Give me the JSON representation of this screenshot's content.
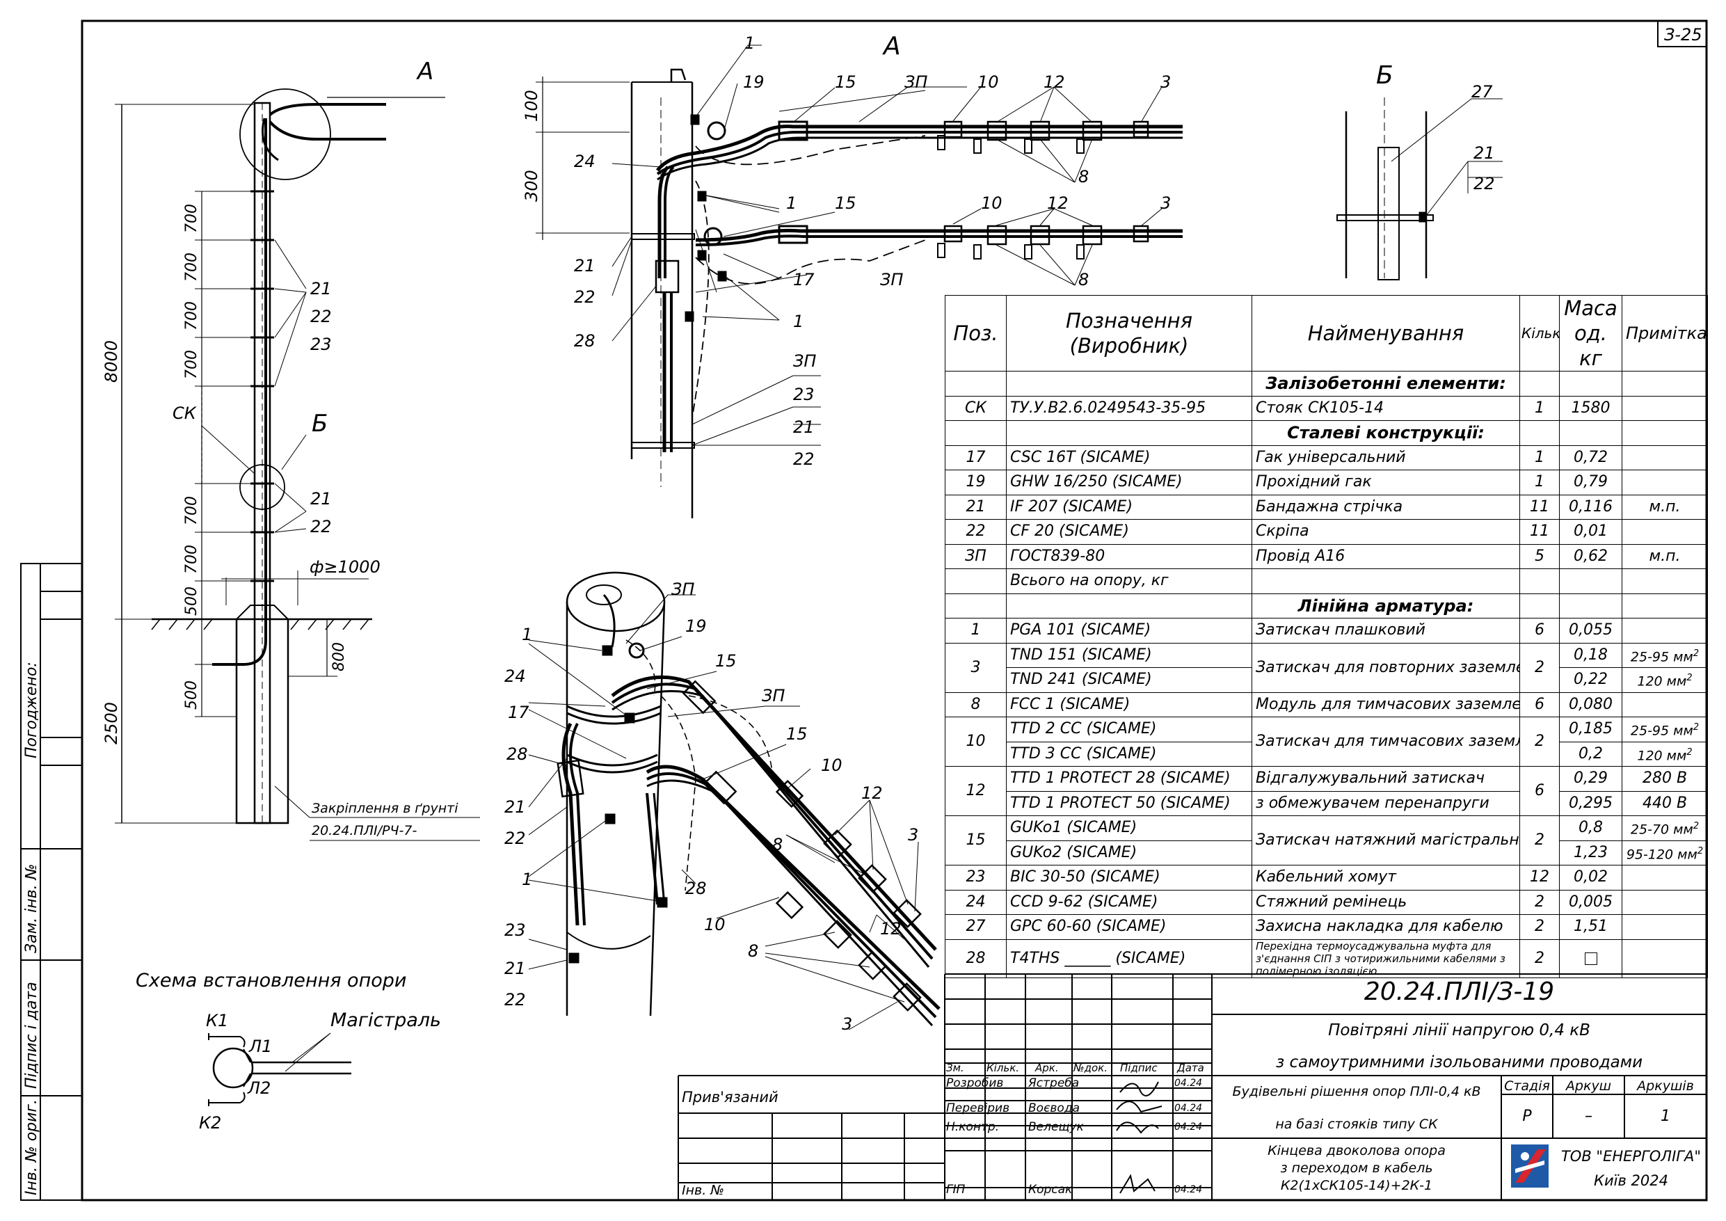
{
  "sheet": {
    "code": "З-25"
  },
  "views": {
    "view_a": "А",
    "view_b": "Б",
    "pole_ck": "СК",
    "install_scheme_title": "Схема встановлення опори",
    "scheme_k1": "К1",
    "scheme_k2": "К2",
    "scheme_l1": "Л1",
    "scheme_l2": "Л2",
    "scheme_main": "Магістраль",
    "fix_label": "Закріплення в ґрунті",
    "fix_ref": "20.24.ПЛІ/РЧ-7-",
    "diameter": "ф≥1000",
    "dims": {
      "d8000": "8000",
      "d2500": "2500",
      "d700": "700",
      "d500": "500",
      "d800": "800",
      "d100": "100",
      "d300": "300"
    },
    "callouts": {
      "p1": "1",
      "p3": "3",
      "p8": "8",
      "p10": "10",
      "p12": "12",
      "p15": "15",
      "p17": "17",
      "p19": "19",
      "p21": "21",
      "p22": "22",
      "p23": "23",
      "p24": "24",
      "p27": "27",
      "p28": "28",
      "zp": "ЗП"
    }
  },
  "spec": {
    "headers": {
      "pos": "Поз.",
      "designation": "Позначення (Виробник)",
      "name": "Найменування",
      "qty": "Кільк.",
      "mass": "Маса од. кг",
      "note": "Примітка"
    },
    "sections": [
      {
        "title": "Залізобетонні елементи:",
        "rows": [
          {
            "pos": "СК",
            "des": "ТУ.У.В2.6.0249543-35-95",
            "name": "Стояк СК105-14",
            "qty": "1",
            "mass": "1580",
            "note": ""
          }
        ]
      },
      {
        "title": "Сталеві конструкції:",
        "rows": [
          {
            "pos": "17",
            "des": "CSC 16T   (SICAME)",
            "name": "Гак універсальний",
            "qty": "1",
            "mass": "0,72",
            "note": ""
          },
          {
            "pos": "19",
            "des": "GHW 16/250   (SICAME)",
            "name": "Прохідний гак",
            "qty": "1",
            "mass": "0,79",
            "note": ""
          },
          {
            "pos": "21",
            "des": "IF 207   (SICAME)",
            "name": "Бандажна стрічка",
            "qty": "11",
            "mass": "0,116",
            "note": "м.п."
          },
          {
            "pos": "22",
            "des": "CF 20   (SICAME)",
            "name": "Скріпа",
            "qty": "11",
            "mass": "0,01",
            "note": ""
          },
          {
            "pos": "ЗП",
            "des": "ГОСТ839-80",
            "name": "Провід А16",
            "qty": "5",
            "mass": "0,62",
            "note": "м.п."
          },
          {
            "pos": "",
            "des": "Всього на опору, кг",
            "name": "",
            "qty": "",
            "mass": "",
            "note": ""
          }
        ]
      },
      {
        "title": "Лінійна арматура:",
        "rows": [
          {
            "pos": "1",
            "des": "PGA 101   (SICAME)",
            "name": "Затискач плашковий",
            "qty": "6",
            "mass": "0,055",
            "note": ""
          },
          {
            "pos": "3",
            "des": "TND 151   (SICAME)",
            "des2": "TND 241   (SICAME)",
            "name": "Затискач для повторних заземлень",
            "qty": "2",
            "mass": "0,18",
            "mass2": "0,22",
            "note": "25-95 мм",
            "note2": "120 мм",
            "sup": "2"
          },
          {
            "pos": "8",
            "des": "FCC 1   (SICAME)",
            "name": "Модуль для тимчасових заземлень",
            "qty": "6",
            "mass": "0,080",
            "note": ""
          },
          {
            "pos": "10",
            "des": "TTD 2 CC   (SICAME)",
            "des2": "TTD 3 CC   (SICAME)",
            "name": "Затискач для тимчасових заземлень",
            "qty": "2",
            "mass": "0,185",
            "mass2": "0,2",
            "note": "25-95 мм",
            "note2": "120 мм",
            "sup": "2"
          },
          {
            "pos": "12",
            "des": "TTD 1 PROTECT 28   (SICAME)",
            "des2": "TTD 1 PROTECT 50   (SICAME)",
            "name": "Відгалужувальний затискач",
            "name2": "з обмежувачем перенапруги",
            "qty": "6",
            "mass": "0,29",
            "mass2": "0,295",
            "note": "280 В",
            "note2": "440 В"
          },
          {
            "pos": "15",
            "des": "GUKo1   (SICAME)",
            "des2": "GUKo2   (SICAME)",
            "name": "Затискач натяжний магістральний",
            "qty": "2",
            "mass": "0,8",
            "mass2": "1,23",
            "note": "25-70 мм",
            "note2": "95-120 мм",
            "sup": "2"
          },
          {
            "pos": "23",
            "des": "BIC 30-50   (SICAME)",
            "name": "Кабельний хомут",
            "qty": "12",
            "mass": "0,02",
            "note": ""
          },
          {
            "pos": "24",
            "des": "CCD 9-62   (SICAME)",
            "name": "Стяжний ремінець",
            "qty": "2",
            "mass": "0,005",
            "note": ""
          },
          {
            "pos": "27",
            "des": "GPC 60-60   (SICAME)",
            "name": "Захисна накладка для кабелю",
            "qty": "2",
            "mass": "1,51",
            "note": ""
          },
          {
            "pos": "28",
            "des": "T4THS ______   (SICAME)",
            "name": "Перехідна термоусаджувальна муфта для з'єднання СІП з чотирижильними кабелями з полімерною ізоляцією",
            "qty": "2",
            "mass": "",
            "note": ""
          }
        ]
      }
    ]
  },
  "stamp": {
    "doc_code": "20.24.ПЛІ/З-19",
    "title_line1": "Повітряні лінії напругою 0,4 кВ",
    "title_line2": "з самоутримними ізольованими проводами",
    "subtitle_line1": "Будівельні рішення опор ПЛІ-0,4 кВ",
    "subtitle_line2": "на базі стояків типу СК",
    "sheet_title_line1": "Кінцева двоколова опора",
    "sheet_title_line2": "з переходом в кабель",
    "sheet_title_line3": "К2(1хСК105-14)+2К-1",
    "cols": {
      "zm": "Зм.",
      "kil": "Кільк.",
      "ark": "Арк.",
      "ndok": "№док.",
      "pidpys": "Підпис",
      "data": "Дата"
    },
    "stage_label": "Стадія",
    "sheet_label": "Аркуш",
    "sheets_label": "Аркушів",
    "stage": "Р",
    "sheet": "–",
    "sheets": "1",
    "roles": [
      {
        "role": "Розробив",
        "name": "Ястреба",
        "date": "04.24"
      },
      {
        "role": "Перевірив",
        "name": "Воєвода",
        "date": "04.24"
      },
      {
        "role": "Н.контр.",
        "name": "Велещук",
        "date": "04.24"
      },
      {
        "role": "ГІП",
        "name": "Корсак",
        "date": "04.24"
      }
    ],
    "company": "ТОВ \"ЕНЕРГОЛІГА\"",
    "city": "Київ 2024",
    "attached": "Прив'язаний",
    "inv_no": "Інв. №"
  },
  "side": {
    "agreed": "Погоджено:",
    "zam_inv": "Зам. інв. №",
    "sign_date": "Підпис і дата",
    "inv_orig": "Інв. № ориг."
  }
}
